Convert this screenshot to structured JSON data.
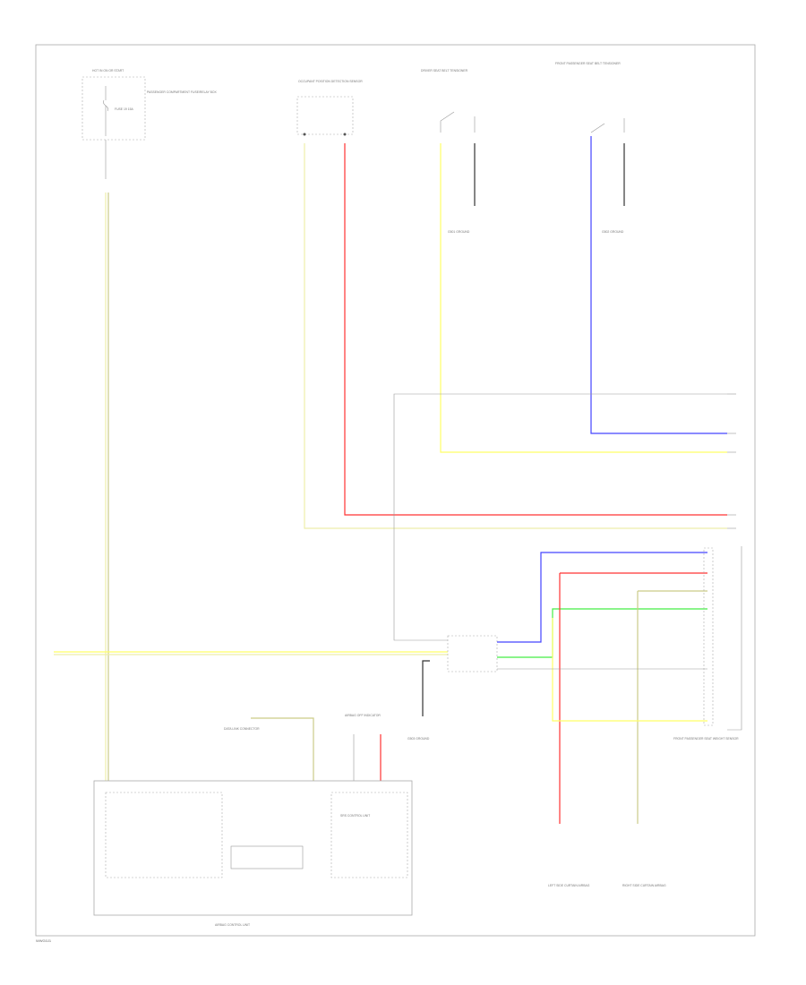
{
  "diagram": {
    "page_label": "WWG0J1",
    "comp_fuse_top": "HOT IN ON OR START",
    "comp_fuse_box": "PASSENGER COMPARTMENT FUSE/RELAY BOX",
    "comp_fuse_num": "FUSE 19 15A",
    "comp_sensor": "OCCUPANT POSITION DETECTION SENSOR",
    "comp_belt_left": "DRIVER SEAT BELT TENSIONER",
    "comp_belt_right": "FRONT PASSENGER SEAT BELT TENSIONER",
    "ground_1": "G501 GROUND",
    "ground_2": "G502 GROUND",
    "ground_3": "G503 GROUND",
    "airbag_unit": "AIRBAG CONTROL UNIT",
    "front_pass_unit": "FRONT PASSENGER SEAT WEIGHT SENSOR",
    "left_side_airbag": "LEFT SIDE CURTAIN AIRBAG",
    "right_side_airbag": "RIGHT SIDE CURTAIN AIRBAG",
    "srs_unit": "SRS CONTROL UNIT",
    "led_label": "AIRBAG OFF INDICATOR",
    "conn_label": "DATA LINK CONNECTOR",
    "wire_colors": {
      "yellow": "#ffff66",
      "red": "#ff3333",
      "blue": "#4444ff",
      "green": "#44ee44",
      "light_yellow": "#eeeeaa",
      "olive": "#cccc88",
      "gray": "#999999",
      "black": "#333333"
    }
  }
}
